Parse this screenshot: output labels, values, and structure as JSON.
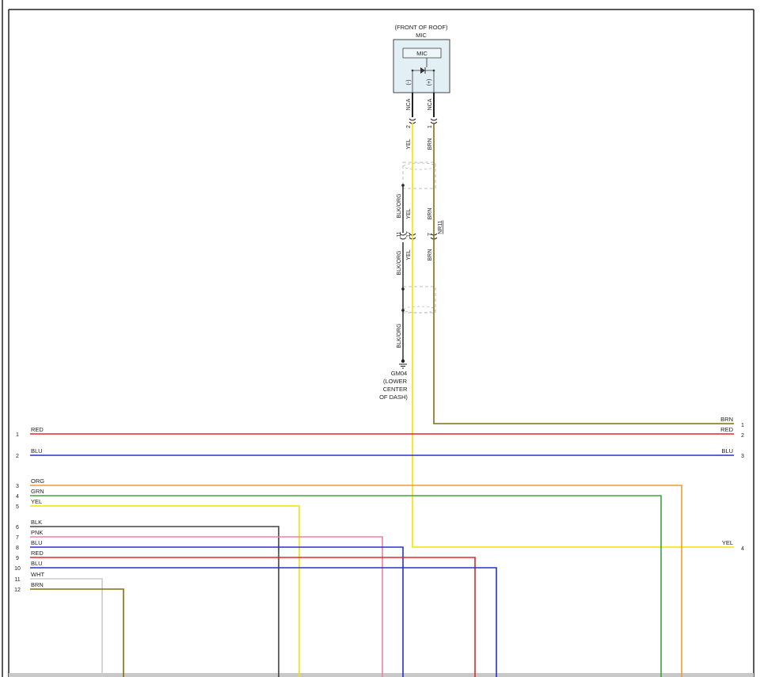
{
  "mic": {
    "location": "(FRONT OF ROOF)",
    "name": "MIC",
    "inner_label": "MIC",
    "neg_label": "(-)",
    "pos_label": "(+)"
  },
  "mic_wires": [
    {
      "terminal": "NCA",
      "pin": "2",
      "color_label": "YEL",
      "color": "#f5e200"
    },
    {
      "terminal": "NCA",
      "pin": "1",
      "color_label": "BRN",
      "color": "#8a6a10"
    }
  ],
  "shield_wires": {
    "drain": "BLK/ORG",
    "yel": "YEL",
    "brn": "BRN",
    "pins": [
      "11",
      "17",
      "7"
    ],
    "connector": "NR11",
    "drain_color": "#3a3a3a"
  },
  "ground": {
    "name": "GM04",
    "location_lines": [
      "(LOWER",
      "CENTER",
      "OF DASH)"
    ]
  },
  "left_pins": [
    {
      "pin": "1",
      "label": "RED",
      "color": "#e3262a"
    },
    {
      "pin": "2",
      "label": "BLU",
      "color": "#2233cc"
    },
    {
      "pin": "3",
      "label": "ORG",
      "color": "#f29b30"
    },
    {
      "pin": "4",
      "label": "GRN",
      "color": "#3aa53a"
    },
    {
      "pin": "5",
      "label": "YEL",
      "color": "#f5e200"
    },
    {
      "pin": "6",
      "label": "BLK",
      "color": "#444444"
    },
    {
      "pin": "7",
      "label": "PNK",
      "color": "#f080a0"
    },
    {
      "pin": "8",
      "label": "BLU",
      "color": "#2233cc"
    },
    {
      "pin": "9",
      "label": "RED",
      "color": "#e3262a"
    },
    {
      "pin": "10",
      "label": "BLU",
      "color": "#2233cc"
    },
    {
      "pin": "11",
      "label": "WHT",
      "color": "#cccccc"
    },
    {
      "pin": "12",
      "label": "BRN",
      "color": "#8a6a10"
    }
  ],
  "right_pins": [
    {
      "pin": "1",
      "label": "BRN"
    },
    {
      "pin": "2",
      "label": "RED"
    },
    {
      "pin": "3",
      "label": "BLU"
    },
    {
      "pin": "4",
      "label": "YEL"
    }
  ]
}
